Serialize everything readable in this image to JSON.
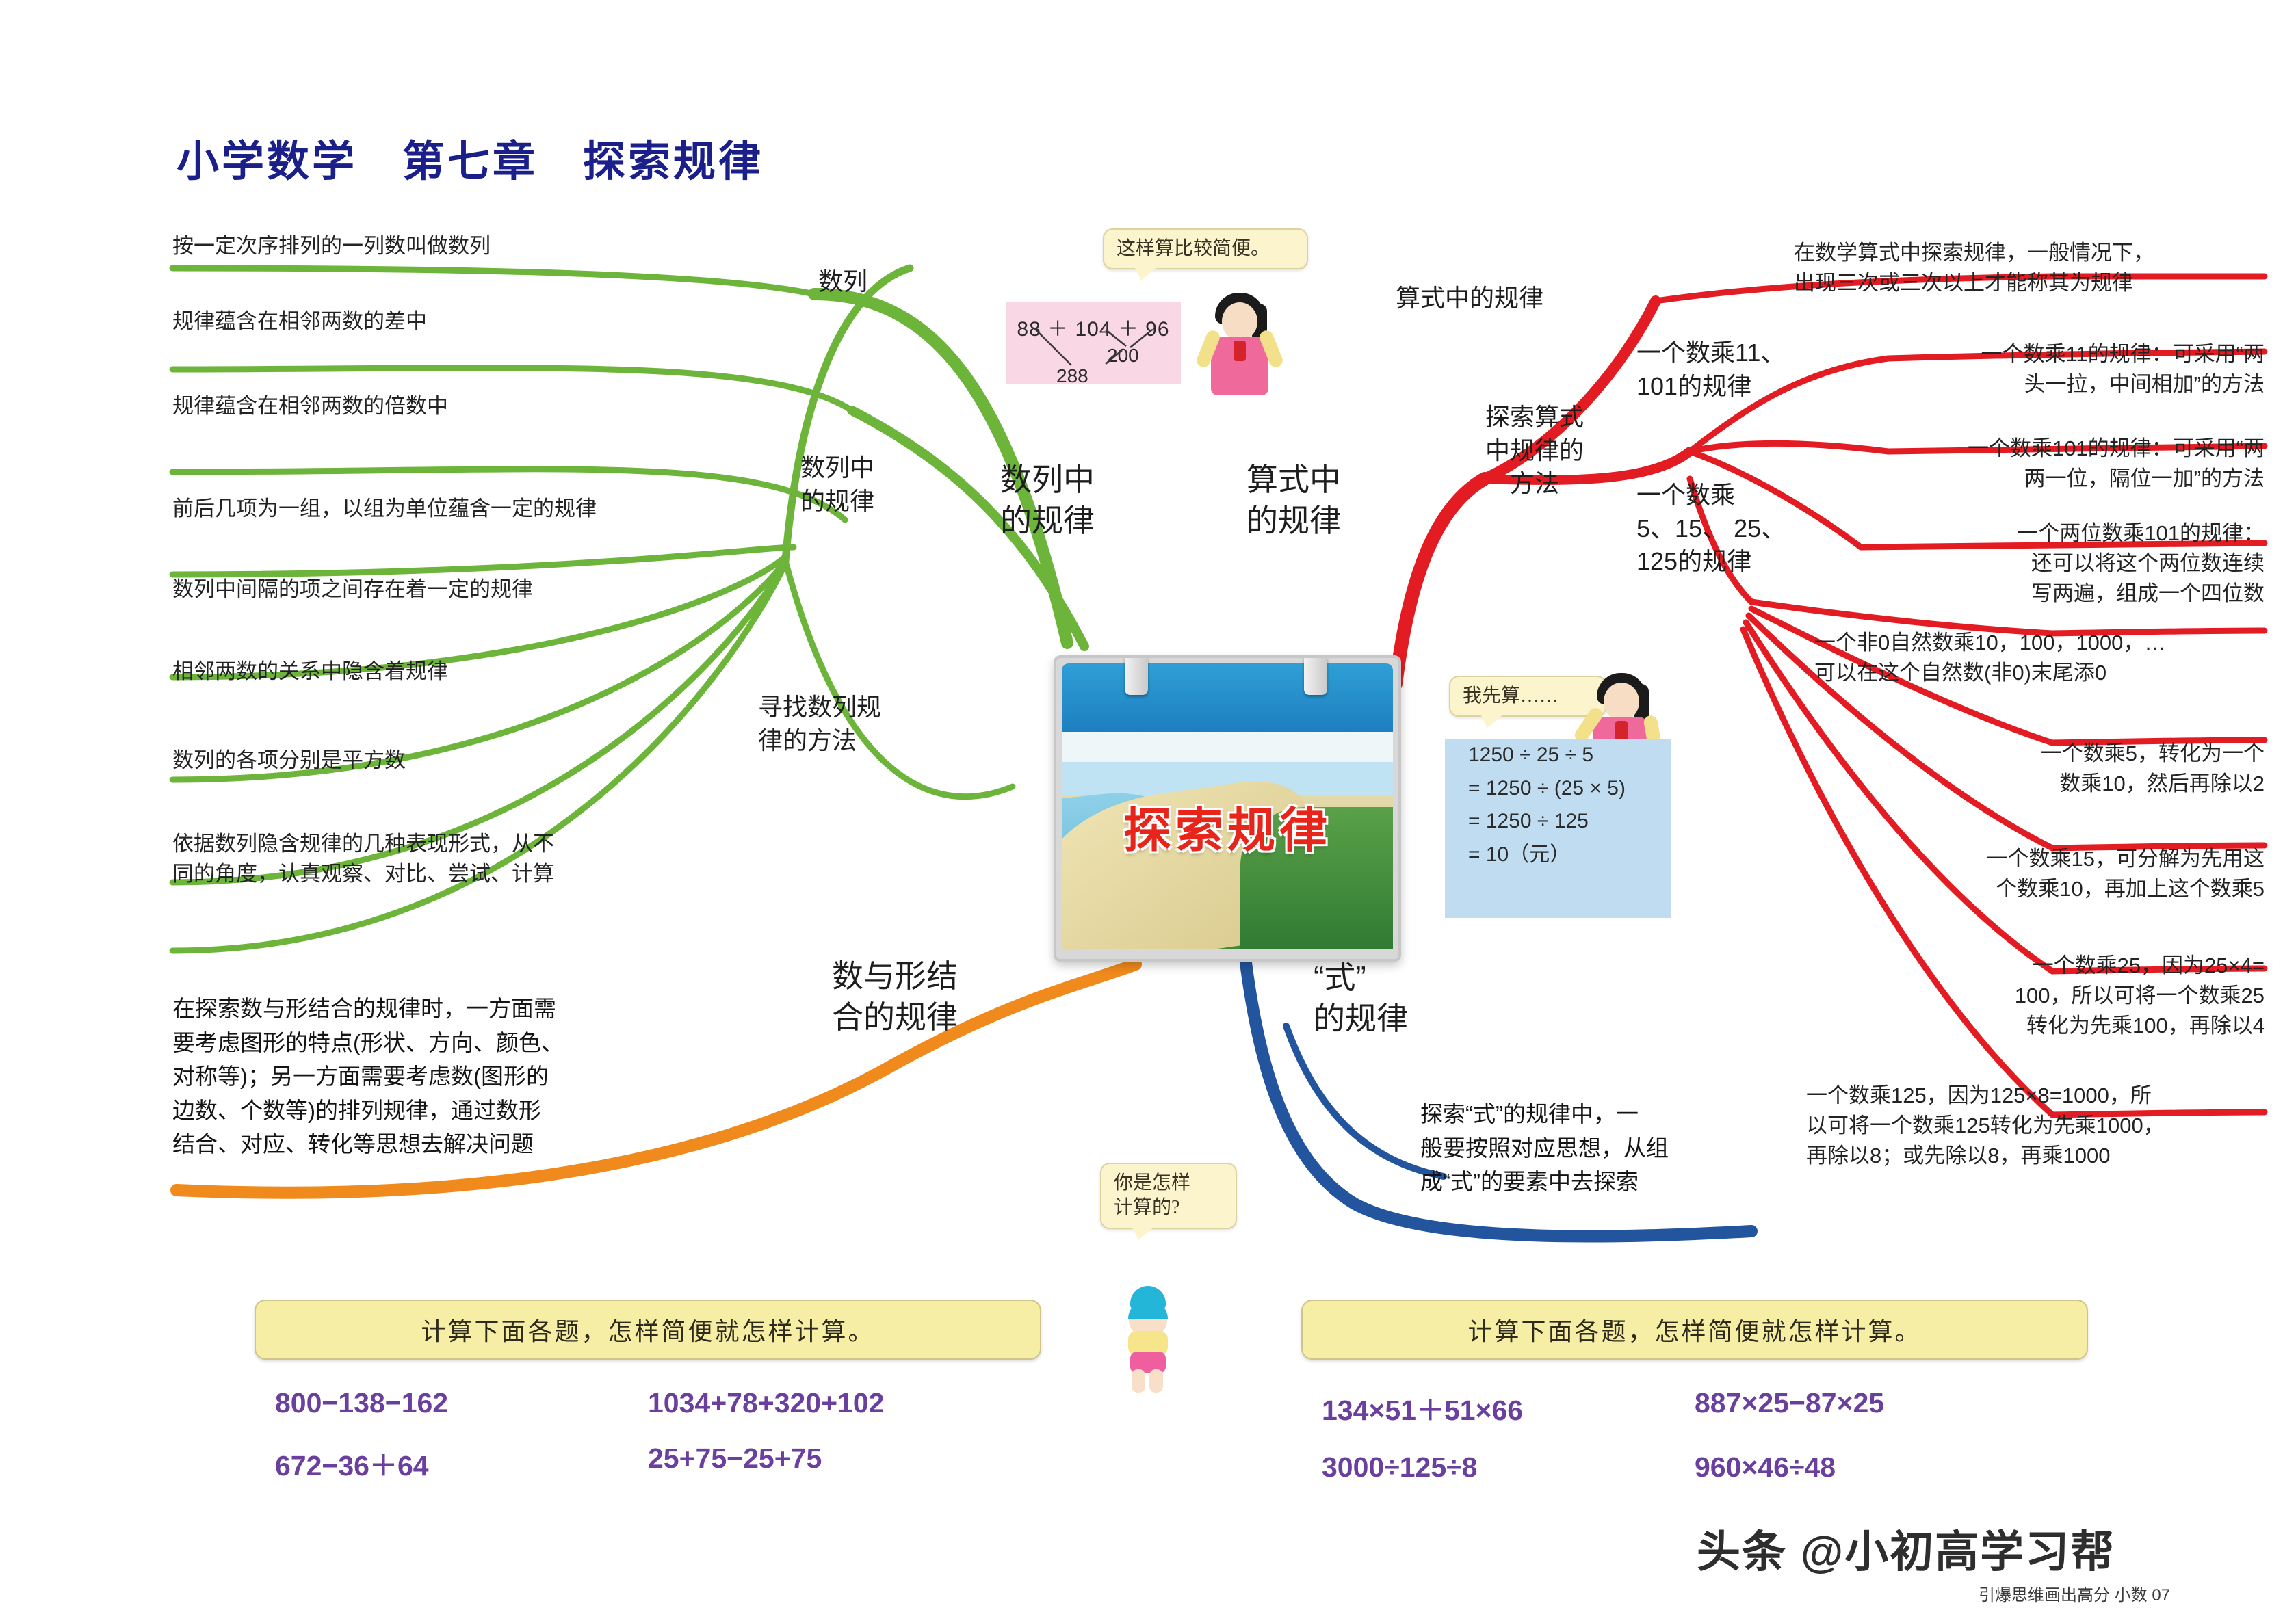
{
  "title": "小学数学　第七章　探索规律",
  "center": {
    "card_label": "探索规律"
  },
  "green_branch": {
    "node_sequence": "数列",
    "node_rules_in_sequence": "数列中\n的规律",
    "node_methods": "寻找数列规\n律的方法",
    "hub_label": "数列中\n的规律",
    "leaves": [
      "按一定次序排列的一列数叫做数列",
      "规律蕴含在相邻两数的差中",
      "规律蕴含在相邻两数的倍数中",
      "前后几项为一组，以组为单位蕴含一定的规律",
      "数列中间隔的项之间存在着一定的规律",
      "相邻两数的关系中隐含着规律",
      "数列的各项分别是平方数",
      "依据数列隐含规律的几种表现形式，从不\n同的角度，认真观察、对比、尝试、计算"
    ]
  },
  "orange_branch": {
    "label": "数与形结\n合的规律",
    "text": "在探索数与形结合的规律时，一方面需\n要考虑图形的特点(形状、方向、颜色、\n对称等)；另一方面需要考虑数(图形的\n边数、个数等)的排列规律，通过数形\n 结合、对应、转化等思想去解决问题"
  },
  "red_branch": {
    "hub_label": "算式中\n的规律",
    "node_rules_in_expr": "算式中的规律",
    "node_methods": "探索算式\n中规律的\n方法",
    "node_multiply_11_101": "一个数乘11、\n101的规律",
    "node_multiply_5_15_25_125": "一个数乘\n5、15、 25、\n125的规律",
    "leaves": [
      "在数学算式中探索规律，一般情况下，\n出现三次或三次以上才能称其为规律",
      "一个数乘11的规律：可采用“两\n头一拉，中间相加”的方法",
      "一个数乘101的规律：可采用“两\n两一位，隔位一加”的方法",
      "一个两位数乘101的规律：\n还可以将这个两位数连续\n写两遍，组成一个四位数",
      "一个非0自然数乘10，100，1000，…\n可以在这个自然数(非0)末尾添0",
      "一个数乘5，转化为一个\n数乘10，然后再除以2",
      "一个数乘15，可分解为先用这\n个数乘10，再加上这个数乘5",
      "一个数乘25，因为25×4=\n100，所以可将一个数乘25\n转化为先乘100，再除以4",
      "一个数乘125，因为125×8=1000，所\n以可将一个数乘125转化为先乘1000，\n再除以8；或先除以8，再乘1000"
    ]
  },
  "blue_branch": {
    "label": "“式”\n的规律",
    "text": "探索“式”的规律中，一\n般要按照对应思想，从组\n成“式”的要素中去探索"
  },
  "pink_example": {
    "bubble": "这样算比较简便。",
    "expression": "88 ＋ 104 ＋ 96",
    "sum_right": "200",
    "sum_total": "288"
  },
  "blue_example": {
    "bubble": "我先算……",
    "lines": [
      "1250 ÷ 25 ÷ 5",
      "= 1250 ÷ (25 × 5)",
      "= 1250 ÷ 125",
      "= 10（元）"
    ]
  },
  "toddler_bubble": "你是怎样\n计算的?",
  "exercise_left": {
    "heading": "计算下面各题，怎样简便就怎样计算。",
    "items": [
      "800−138−162",
      "1034+78+320+102",
      "672−36＋64",
      "25+75−25+75"
    ]
  },
  "exercise_right": {
    "heading": "计算下面各题，怎样简便就怎样计算。",
    "items": [
      "134×51＋51×66",
      "887×25−87×25",
      "3000÷125÷8",
      "960×46÷48"
    ]
  },
  "watermark": "头条 @小初高学习帮",
  "footer": "引爆思维画出高分  小数  07",
  "colors": {
    "green": "#6cb43a",
    "red": "#e31c23",
    "orange": "#f08a1c",
    "blue": "#23559e",
    "title": "#1b1f8a",
    "expr_purple": "#6b3f9e"
  }
}
